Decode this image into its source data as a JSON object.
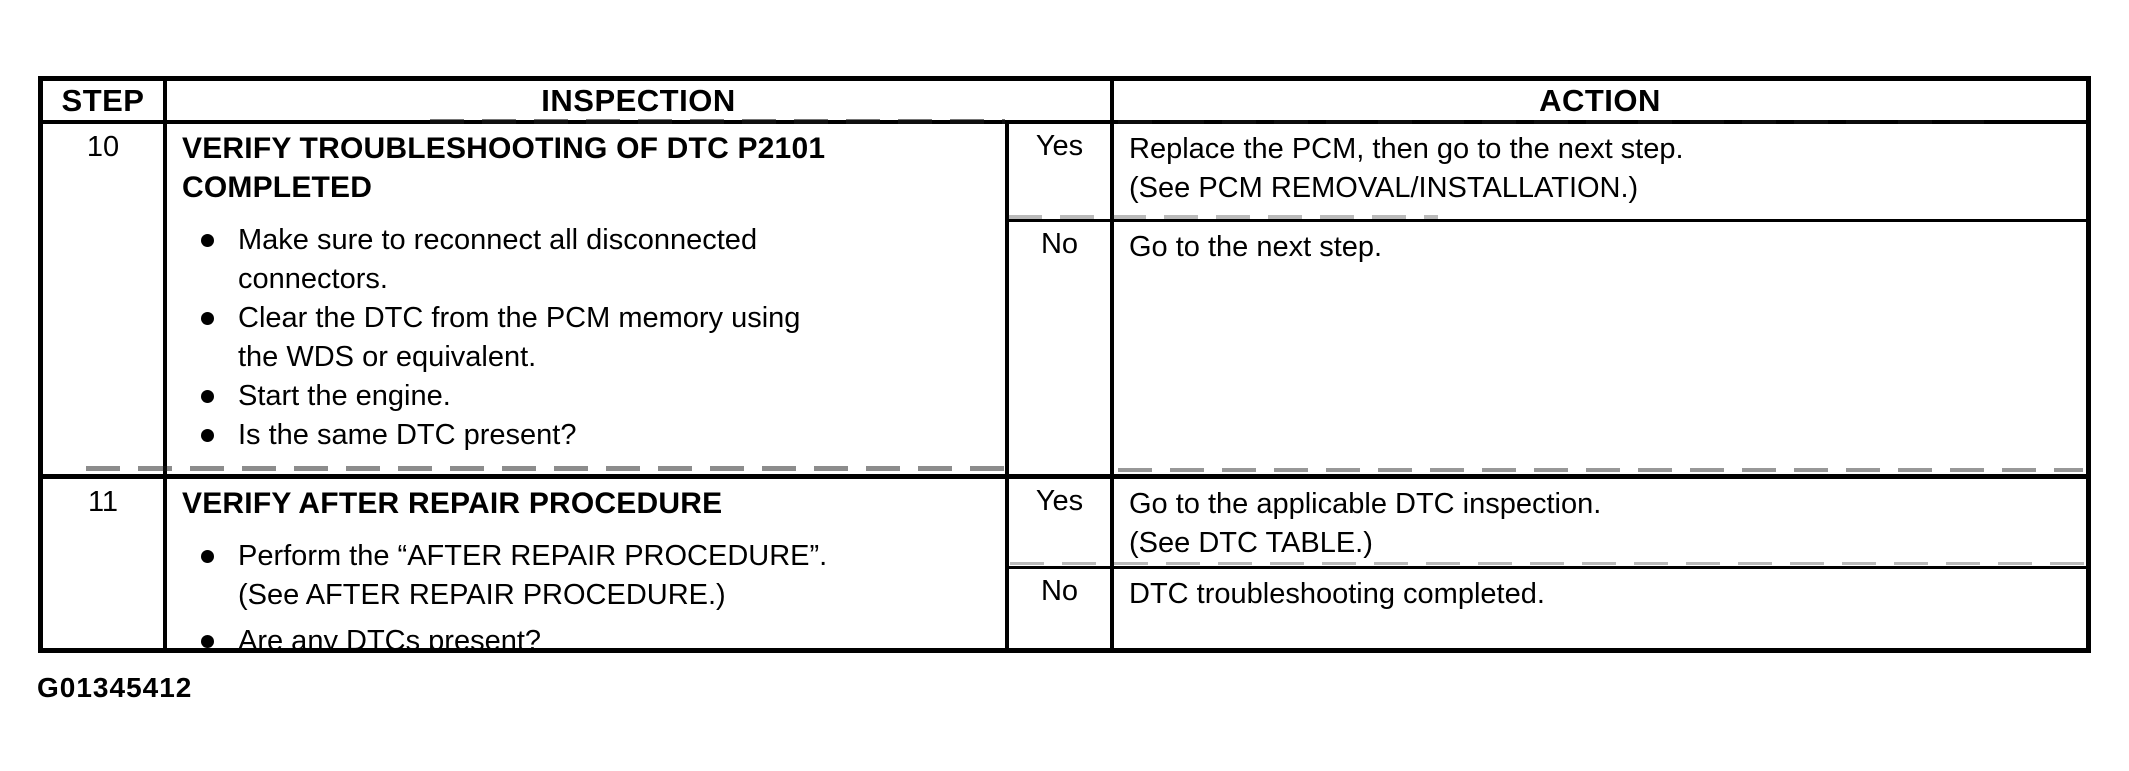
{
  "figure_id": "G01345412",
  "colors": {
    "ink": "#000000",
    "paper": "#ffffff"
  },
  "table": {
    "headers": {
      "step": "STEP",
      "inspection": "INSPECTION",
      "action": "ACTION"
    },
    "rows": [
      {
        "step": "10",
        "title_lines": [
          "VERIFY TROUBLESHOOTING OF DTC P2101",
          "COMPLETED"
        ],
        "bullets": [
          {
            "lines": [
              "Make sure to reconnect all disconnected",
              "connectors."
            ]
          },
          {
            "lines": [
              "Clear the DTC from the PCM memory using",
              "the WDS or equivalent."
            ]
          },
          {
            "lines": [
              "Start the engine."
            ]
          },
          {
            "lines": [
              "Is the same DTC present?"
            ]
          }
        ],
        "yes_label": "Yes",
        "yes_action_lines": [
          "Replace the PCM, then go to the next step.",
          "(See PCM REMOVAL/INSTALLATION.)"
        ],
        "no_label": "No",
        "no_action_lines": [
          "Go to the next step."
        ]
      },
      {
        "step": "11",
        "title_lines": [
          "VERIFY AFTER REPAIR PROCEDURE"
        ],
        "bullets": [
          {
            "lines": [
              "Perform the “AFTER REPAIR PROCEDURE”.",
              "(See AFTER REPAIR PROCEDURE.)"
            ]
          },
          {
            "lines": [
              "Are any DTCs present?"
            ]
          }
        ],
        "yes_label": "Yes",
        "yes_action_lines": [
          "Go to the applicable DTC inspection.",
          "(See DTC TABLE.)"
        ],
        "no_label": "No",
        "no_action_lines": [
          "DTC troubleshooting completed."
        ]
      }
    ]
  }
}
